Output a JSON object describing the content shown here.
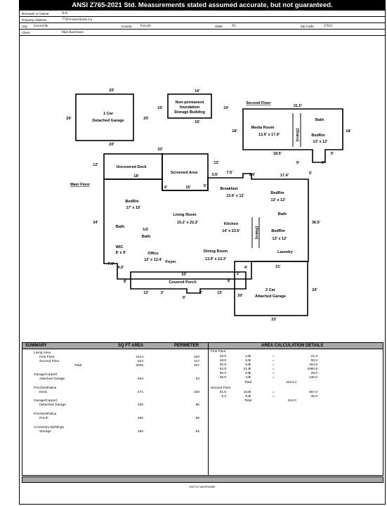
{
  "header": {
    "title": "ANSI Z765-2021 Std. Measurements stated assumed accurate, but not guaranteed."
  },
  "info": {
    "borrower_label": "Borrower or Owner",
    "borrower_value": "N/A",
    "property_label": "Property Address",
    "property_value": "7730 Forest Haven Ln",
    "city_label": "City",
    "city_value": "Lewisville",
    "county_label": "County",
    "county_value": "Forsyth",
    "state_label": "State",
    "state_value": "NC",
    "zip_label": "Zip Code",
    "zip_value": "27023",
    "client_label": "Client",
    "client_value": "Matt Rawlinson"
  },
  "plan": {
    "garage_detached": {
      "name": "1 Car",
      "name2": "Detached Garage",
      "top": "20'",
      "left": "20'",
      "right": "20'",
      "bottom": "20'"
    },
    "storage": {
      "line1": "Non-permanent",
      "line2": "foundation",
      "line3": "Storage Building",
      "top": "16'",
      "left": "10'",
      "right": "10'",
      "bottom": "16'"
    },
    "second_floor": {
      "title": "Second Floor",
      "top": "31.5'",
      "left": "18'",
      "right": "18'",
      "media": "Media Room",
      "media_dim": "13.9' x 17.9'",
      "stairs": "(Stairs)",
      "bath": "Bath",
      "bedrm": "BedRm",
      "bedrm_dim": "13' x 12'",
      "d1": "18.5'",
      "d2": "9'",
      "d3": "5'",
      "d4": "9'",
      "d5": "5'"
    },
    "main_floor": {
      "title": "Main Floor",
      "deck": "Uncovered Deck",
      "deck_left": "12'",
      "deck_bottom": "18'",
      "deck_top": "33'",
      "screened": "Screened Area",
      "scr_right": "12'",
      "scr_b1": "4'",
      "scr_b2": "15'",
      "scr_b3": "5'",
      "d_36a": "3.6'",
      "d_75": "7.5'",
      "d_36b": "3.6'",
      "d_174": "17.4'",
      "breakfast": "Breakfast",
      "breakfast_dim": "13.6' x 12'",
      "bedrm1": "BedRm",
      "bedrm1_dim": "17' x 15'",
      "bedrm2": "BedRm",
      "bedrm2_dim": "13' x 12'",
      "bedrm3": "BedRm",
      "bedrm3_dim": "13' x 12'",
      "living": "Living Room",
      "living_dim": "15.2' x 22.2'",
      "kitchen": "Kitchen",
      "kitchen_dim": "14' x 13.5'",
      "stairs": "(Stairs)",
      "bath1": "Bath",
      "half": "1/2",
      "bath2": "Bath",
      "bath3": "Bath",
      "wic": "WIC",
      "wic_dim": "8' x 9'",
      "office": "Office",
      "office_dim": "12' x 12.4'",
      "foyer": "Foyer",
      "dining": "Dining Room",
      "dining_dim": "13.9' x 12.3'",
      "laundry": "Laundry",
      "left": "34'",
      "right": "36.5'",
      "d_79": "7.9'",
      "d_45": "4.5'",
      "d_33": "33'",
      "d_8a": "8'",
      "d_8b": "8'",
      "porch": "Covered Porch",
      "p12a": "12'",
      "p2a": "2'",
      "p9": "9'",
      "p2b": "2'",
      "p12b": "12'",
      "d_2a": "2'",
      "d_4": "4'",
      "d_21": "21'",
      "g_left": "20'",
      "g_right": "24'",
      "g_bottom": "23'",
      "garage": "2 Car",
      "garage2": "Attached Garage"
    }
  },
  "summary": {
    "h_summary": "SUMMARY",
    "h_sqft": "SQ FT AREA",
    "h_perim": "PERIMETER",
    "h_calc": "AREA CALCULATION DETAILS",
    "living_area": "Living Area",
    "first": "First Floor",
    "first_sq": "2414",
    "first_p": "220",
    "second": "Second Floor",
    "second_sq": "612",
    "second_p": "117",
    "total": "Total",
    "total_sq": "3026",
    "total_p": "337",
    "gc1": "Garage/Carport",
    "att": "Attached Garage",
    "att_sq": "544",
    "att_p": "94",
    "pp1": "Porches/Patios",
    "deck": "Deck",
    "deck_sq": "471",
    "deck_p": "100",
    "gc2": "Garage/Carport",
    "det": "Detached Garage",
    "det_sq": "400",
    "det_p": "80",
    "pp2": "Porches/Patios",
    "porch": "Porch",
    "porch_sq": "282",
    "porch_p": "86",
    "acc": "Accessory Buildings",
    "storage": "Storage",
    "storage_sq": "160",
    "storage_p": "52"
  },
  "calc": {
    "ff_title": "First Floor",
    "ff_rows": [
      [
        "19.5",
        "X",
        "2.0",
        "=",
        "21.0"
      ],
      [
        "18.0",
        "X",
        "5.0",
        "=",
        "90.0"
      ],
      [
        "30.9",
        "X",
        "5.0",
        "=",
        "154.5"
      ],
      [
        "63.9",
        "X",
        "31.0",
        "=",
        "1980.9"
      ],
      [
        "56.0",
        "X",
        "0.5",
        "=",
        "28.0"
      ],
      [
        "35.0",
        "X",
        "4.0",
        "=",
        "140.0"
      ]
    ],
    "ff_total_label": "Total",
    "ff_total": "2414.4",
    "sf_title": "Second Floor",
    "sf_rows": [
      [
        "31.5",
        "X",
        "18.0",
        "=",
        "567.0"
      ],
      [
        "5.0",
        "X",
        "9.0",
        "=",
        "45.0"
      ]
    ],
    "sf_total_label": "Total",
    "sf_total": "612.0"
  },
  "footer": {
    "text": "SKETCH WATERMARK"
  }
}
